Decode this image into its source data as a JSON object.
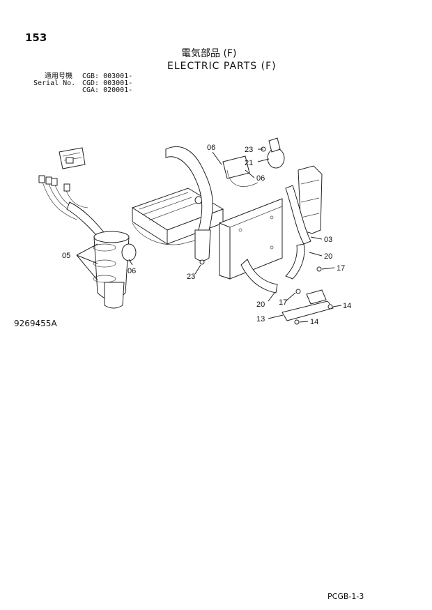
{
  "page": {
    "number": "153",
    "title_jp": "電気部品 (F)",
    "title_en": "ELECTRIC PARTS (F)",
    "serial_label_jp": "適用号機",
    "serial_label_en": "Serial No.",
    "serials": [
      "CGB: 003001-",
      "CGD: 003001-",
      "CGA: 020001-"
    ],
    "figure_id": "9269455A",
    "sheet_ref": "PCGB-1-3"
  },
  "callouts": [
    "06",
    "23",
    "21",
    "06",
    "05",
    "06",
    "03",
    "20",
    "17",
    "23",
    "20",
    "17",
    "14",
    "13",
    "14"
  ]
}
